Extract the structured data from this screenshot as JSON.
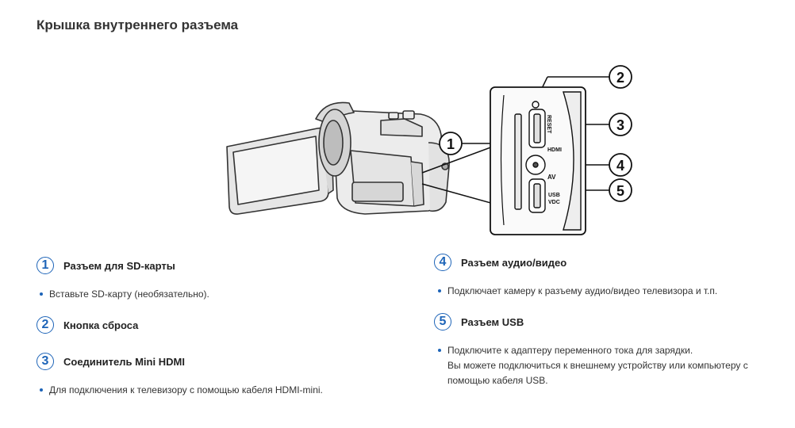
{
  "title": "Крышка внутреннего разъема",
  "callouts": [
    "1",
    "2",
    "3",
    "4",
    "5"
  ],
  "port_labels": {
    "reset": "RESET",
    "hdmi": "HDMI",
    "av": "AV",
    "usb_line1": "USB",
    "usb_line2": "VDC"
  },
  "colors": {
    "accent": "#1d64b8"
  },
  "items": [
    {
      "num": "1",
      "title": "Разъем для SD-карты",
      "desc": [
        "Вставьте SD-карту (необязательно)."
      ]
    },
    {
      "num": "2",
      "title": "Кнопка сброса",
      "desc": []
    },
    {
      "num": "3",
      "title": "Соединитель Mini HDMI",
      "desc": [
        "Для подключения к телевизору с помощью кабеля HDMI-mini."
      ]
    },
    {
      "num": "4",
      "title": "Разъем аудио/видео",
      "desc": [
        "Подключает камеру к разъему аудио/видео телевизора и т.п."
      ]
    },
    {
      "num": "5",
      "title": "Разъем USB",
      "desc": [
        "Подключите к адаптеру переменного тока для зарядки.",
        "Вы можете подключиться к внешнему устройству или компьютеру с",
        "помощью кабеля USB."
      ]
    }
  ]
}
